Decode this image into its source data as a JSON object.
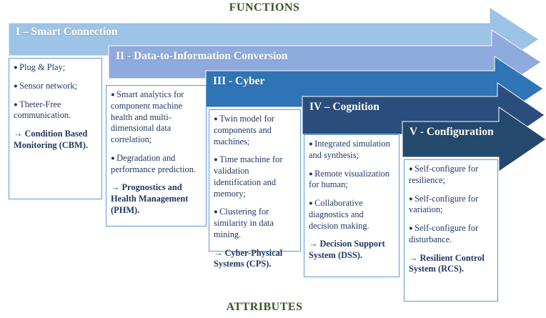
{
  "titles": {
    "top": "FUNCTIONS",
    "bottom": "ATTRIBUTES"
  },
  "colors": {
    "title_text": "#375623",
    "box_border": "#5B9BD5",
    "box_text": "#1F3864",
    "band_label_text": "#FFFFFF"
  },
  "arrows": [
    {
      "label": "I – Smart Connection",
      "color": "#9DC3E6"
    },
    {
      "label": "II - Data-to-Information Conversion",
      "color": "#8FAADC"
    },
    {
      "label": "III - Cyber",
      "color": "#2F74B5"
    },
    {
      "label": "IV – Cognition",
      "color": "#2A4D7E"
    },
    {
      "label": "V - Configuration",
      "color": "#25486D"
    }
  ],
  "boxes": [
    {
      "items": [
        "Plug & Play;",
        "Sensor network;",
        "Theter-Free communication."
      ],
      "conclusion": "→ Condition Based Monitoring (CBM)."
    },
    {
      "items": [
        "Smart analytics for component machine health and multi-dimensional data correlation;",
        "Degradation and performance prediction."
      ],
      "conclusion": "→ Prognostics and Health Management (PHM)."
    },
    {
      "items": [
        "Twin model for components and machines;",
        "Time machine for validation identification and memory;",
        "Clustering for similarity in data mining."
      ],
      "conclusion": "→ Cyber-Physical Systems (CPS)."
    },
    {
      "items": [
        "Integrated simulation and synthesis;",
        "Remote visualization for human;",
        "Collaborative diagnostics and decision making."
      ],
      "conclusion": "→ Decision Support System (DSS)."
    },
    {
      "items": [
        "Self-configure for resilience;",
        "Self-configure for variation;",
        "Self-configure for disturbance."
      ],
      "conclusion": "→ Resilient Control System (RCS)."
    }
  ]
}
